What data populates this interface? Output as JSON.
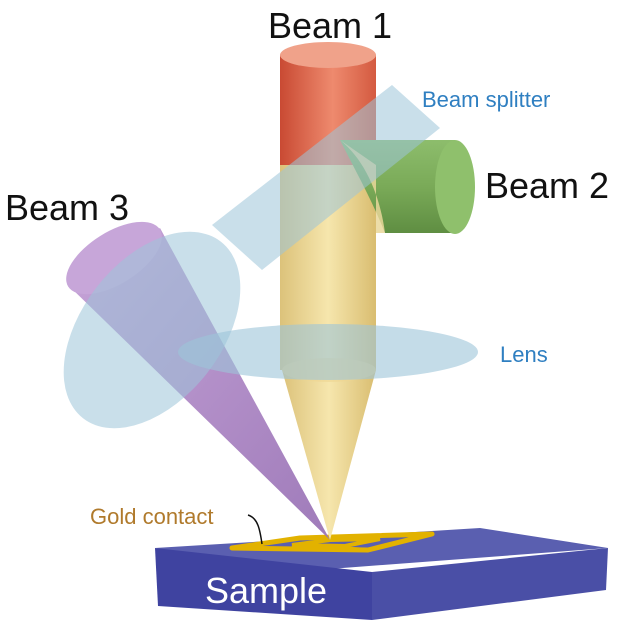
{
  "labels": {
    "beam1": "Beam 1",
    "beam2": "Beam 2",
    "beam3": "Beam 3",
    "beam_splitter": "Beam splitter",
    "lens": "Lens",
    "gold_contact": "Gold contact",
    "sample": "Sample"
  },
  "colors": {
    "beam1": "#e0694f",
    "beam2": "#7daf5e",
    "beam3": "#b48fc8",
    "combined_beam": "#f2dc9c",
    "optics": "#9cc4d8",
    "gold": "#e2b200",
    "sample_top": "#5a5fb0",
    "sample_front": "#3f43a0",
    "label_blue": "#2f7fc1",
    "label_gold": "#b07a2c"
  }
}
